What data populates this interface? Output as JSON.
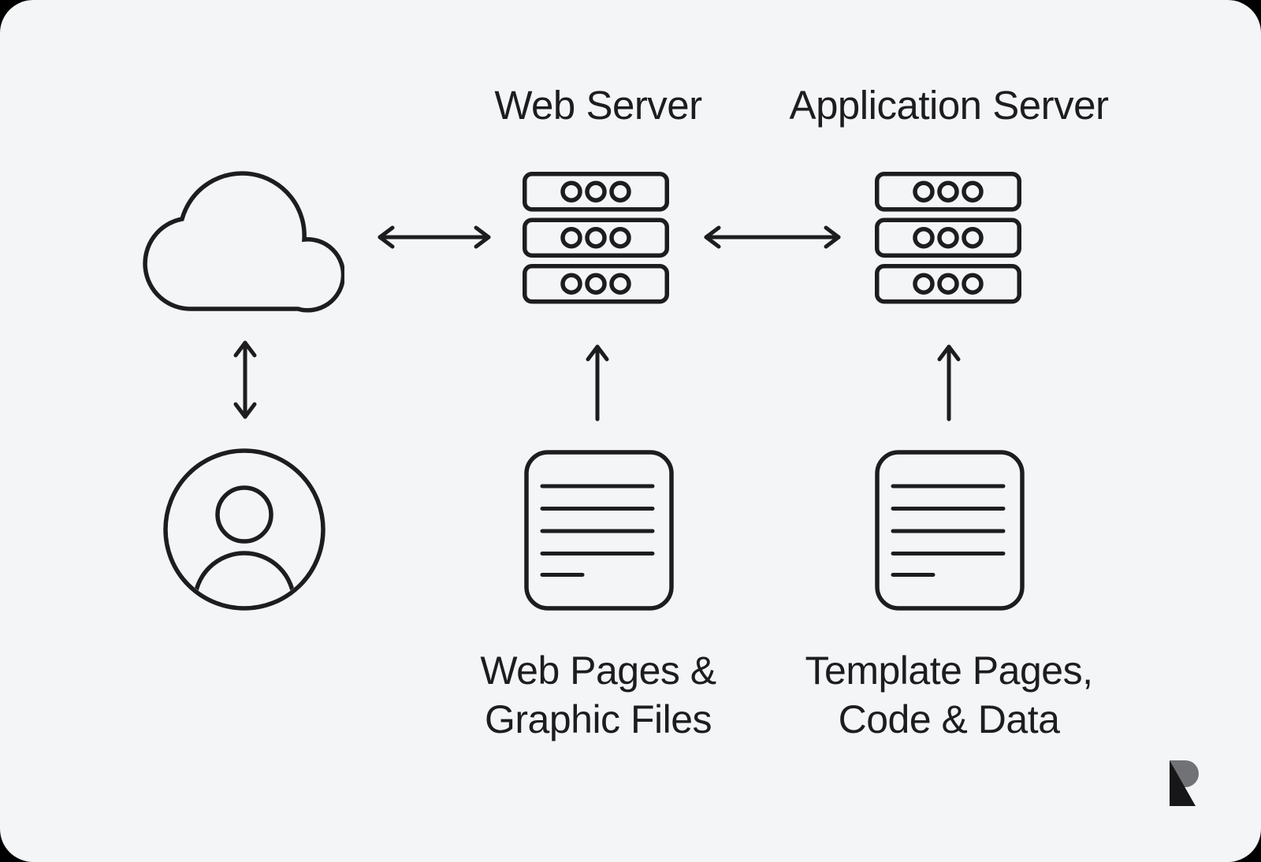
{
  "canvas": {
    "background": "#f4f5f6",
    "outer_background": "#000000",
    "line_color": "#1d1d1f",
    "text_color": "#1d1d1f"
  },
  "nodes": {
    "cloud": {
      "icon": "cloud-icon"
    },
    "user": {
      "icon": "user-icon"
    },
    "web_server": {
      "label": "Web Server",
      "icon": "server-stack-icon"
    },
    "application_server": {
      "label": "Application Server",
      "icon": "server-stack-icon"
    },
    "web_files": {
      "label_line1": "Web Pages &",
      "label_line2": "Graphic Files",
      "icon": "document-icon"
    },
    "template_files": {
      "label_line1": "Template Pages,",
      "label_line2": "Code & Data",
      "icon": "document-icon"
    }
  },
  "connections": [
    {
      "from": "cloud",
      "to": "web_server",
      "type": "bidirectional-horizontal"
    },
    {
      "from": "web_server",
      "to": "application_server",
      "type": "bidirectional-horizontal"
    },
    {
      "from": "user",
      "to": "cloud",
      "type": "bidirectional-vertical"
    },
    {
      "from": "web_files",
      "to": "web_server",
      "type": "arrow-up"
    },
    {
      "from": "template_files",
      "to": "application_server",
      "type": "arrow-up"
    }
  ],
  "logo": {
    "name": "ramotion-logo-mark",
    "dark_color": "#17171a",
    "gray_color": "#717275"
  }
}
